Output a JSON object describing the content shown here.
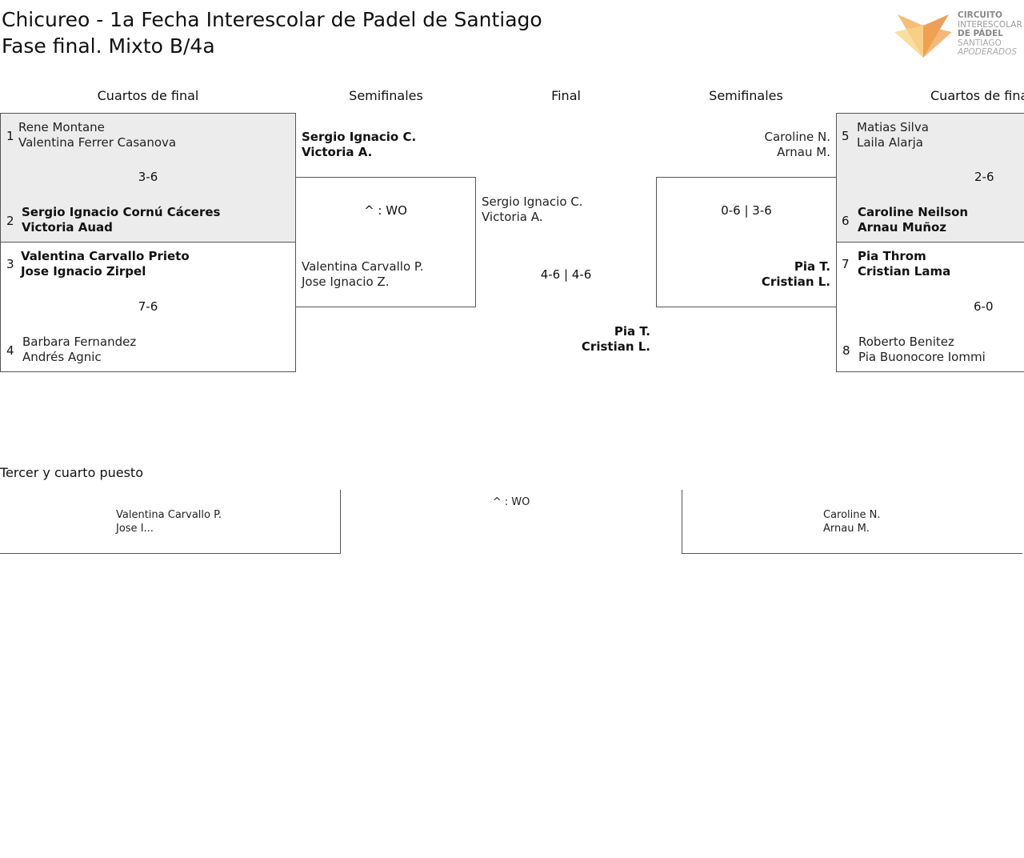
{
  "title": {
    "line1": "Chicureo - 1a Fecha Interescolar de Padel de Santiago",
    "line2": "Fase final. Mixto B/4a"
  },
  "logo": {
    "line1": "CIRCUITO",
    "line2": "INTERESCOLAR",
    "line3": "DE PÁDEL",
    "line4": "SANTIAGO",
    "line5": "APODERADOS",
    "colors": [
      "#f2a24a",
      "#f7c97a",
      "#e08a3a"
    ]
  },
  "headers": {
    "qf_left": "Cuartos de final",
    "sf_left": "Semifinales",
    "final": "Final",
    "sf_right": "Semifinales",
    "qf_right": "Cuartos de final"
  },
  "qf": [
    {
      "seed_a": "1",
      "a1": "Rene Montane",
      "a2": "Valentina Ferrer Casanova",
      "score": "3-6",
      "seed_b": "2",
      "b1": "Sergio Ignacio Cornú Cáceres",
      "b2": "Victoria Auad"
    },
    {
      "seed_a": "3",
      "a1": "Valentina Carvallo Prieto",
      "a2": "Jose Ignacio Zirpel",
      "score": "7-6",
      "seed_b": "4",
      "b1": "Barbara Fernandez",
      "b2": "Andrés Agnic"
    },
    {
      "seed_a": "5",
      "a1": "Matias Silva",
      "a2": "Laila Alarja",
      "score": "2-6",
      "seed_b": "6",
      "b1": "Caroline Neilson",
      "b2": "Arnau Muñoz"
    },
    {
      "seed_a": "7",
      "a1": "Pia Throm",
      "a2": "Cristian Lama",
      "score": "6-0",
      "seed_b": "8",
      "b1": "Roberto Benitez",
      "b2": "Pia Buonocore Iommi"
    }
  ],
  "sf_left": {
    "a1": "Sergio Ignacio C.",
    "a2": "Victoria A.",
    "score": "^ : WO",
    "b1": "Valentina Carvallo P.",
    "b2": "Jose Ignacio Z."
  },
  "sf_right": {
    "a1": "Caroline N.",
    "a2": "Arnau M.",
    "score": "0-6 | 3-6",
    "b1": "Pia T.",
    "b2": "Cristian L."
  },
  "final": {
    "a1": "Sergio Ignacio C.",
    "a2": "Victoria A.",
    "score": "4-6 | 4-6",
    "b1": "Pia T.",
    "b2": "Cristian L."
  },
  "third_place": {
    "title": "Tercer y cuarto puesto",
    "a1": "Valentina Carvallo P.",
    "a2": "Jose I...",
    "score": "^ : WO",
    "b1": "Caroline N.",
    "b2": "Arnau M."
  }
}
